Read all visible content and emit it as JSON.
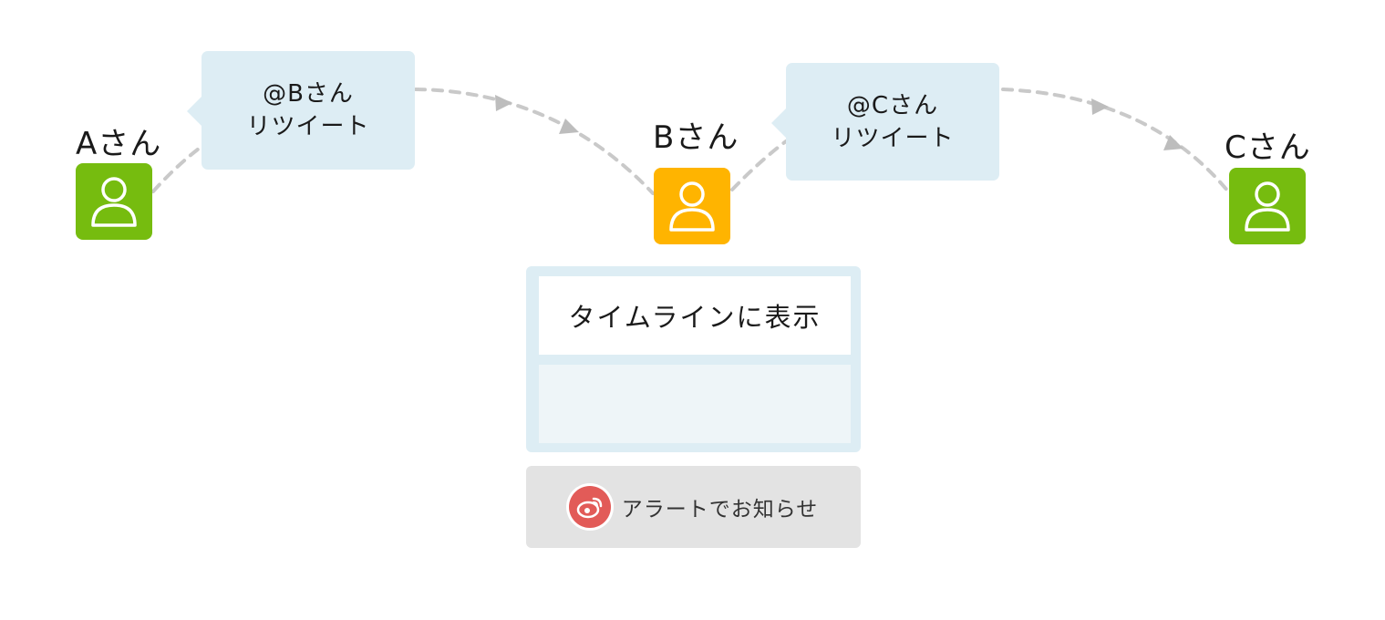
{
  "users": [
    {
      "label": "Aさん",
      "avatar_color": "#76bc0f"
    },
    {
      "label": "Bさん",
      "avatar_color": "#ffb400"
    },
    {
      "label": "Cさん",
      "avatar_color": "#76bc0f"
    }
  ],
  "bubbles": [
    {
      "mention": "@Bさん",
      "action": "リツイート"
    },
    {
      "mention": "@Cさん",
      "action": "リツイート"
    }
  ],
  "timeline": {
    "header": "タイムラインに表示"
  },
  "alert": {
    "label": "アラートでお知らせ",
    "icon": "weibo-icon",
    "icon_color": "#e25b58"
  },
  "colors": {
    "bubble": "#ddedf4",
    "dashed_line": "#c9c9c9",
    "panel_border": "#ddedf4"
  }
}
